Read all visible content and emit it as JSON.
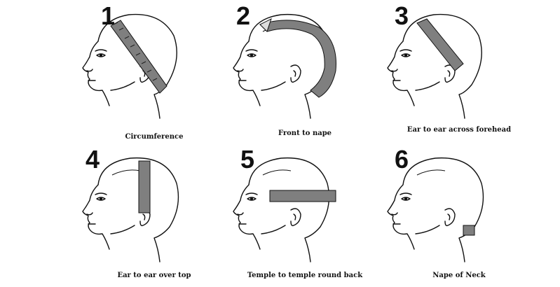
{
  "colors": {
    "ink": "#111111",
    "tape": "#7f7f7f",
    "background": "#ffffff"
  },
  "panels": [
    {
      "number": "1",
      "caption": "Circumference",
      "tape": "circumference"
    },
    {
      "number": "2",
      "caption": "Front to nape",
      "tape": "front-to-nape"
    },
    {
      "number": "3",
      "caption": "Ear to ear across forehead",
      "tape": "ear-to-ear-forehead"
    },
    {
      "number": "4",
      "caption": "Ear to ear over top",
      "tape": "ear-to-ear-top"
    },
    {
      "number": "5",
      "caption": "Temple to temple round back",
      "tape": "temple-to-temple"
    },
    {
      "number": "6",
      "caption": "Nape of Neck",
      "tape": "nape-of-neck"
    }
  ]
}
